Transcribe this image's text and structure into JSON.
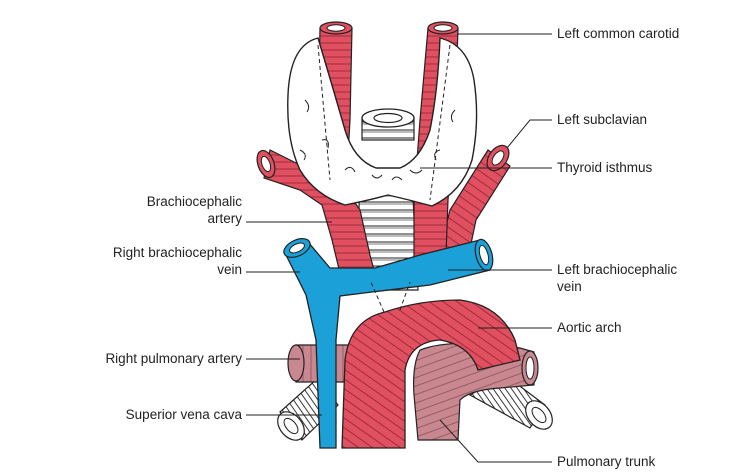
{
  "colors": {
    "artery": "#e05060",
    "artery_line": "#9a2636",
    "vein": "#1ca0d8",
    "pulmonary": "#c98890",
    "outline": "#222222",
    "background": "#ffffff"
  },
  "labels": {
    "left_common_carotid": "Left common carotid",
    "left_subclavian": "Left subclavian",
    "thyroid_isthmus": "Thyroid isthmus",
    "brachiocephalic_artery_1": "Brachiocephalic",
    "brachiocephalic_artery_2": "artery",
    "right_brachiocephalic_vein_1": "Right brachiocephalic",
    "right_brachiocephalic_vein_2": "vein",
    "left_brachiocephalic_vein_1": "Left brachiocephalic",
    "left_brachiocephalic_vein_2": "vein",
    "aortic_arch": "Aortic arch",
    "right_pulmonary_artery": "Right pulmonary artery",
    "superior_vena_cava": "Superior vena cava",
    "pulmonary_trunk": "Pulmonary trunk"
  }
}
